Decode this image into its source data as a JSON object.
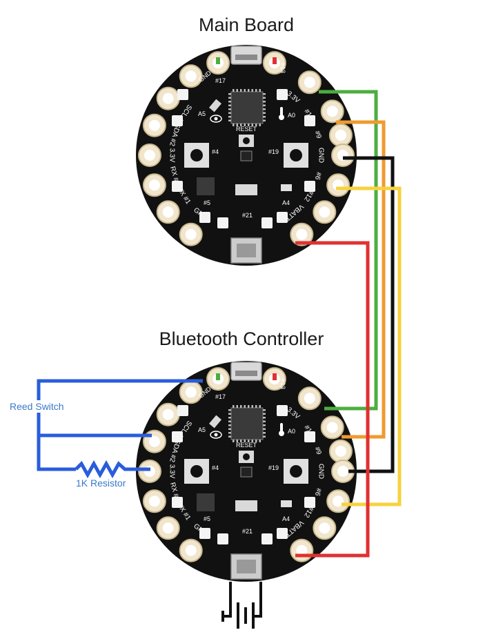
{
  "boards": [
    {
      "title": "Main Board",
      "labels": {
        "reset": "RESET",
        "a0": "A0",
        "a5": "A5",
        "a4": "A4",
        "p4": "#4",
        "p19": "#19",
        "p5": "#5",
        "p21": "#21",
        "p17": "#17",
        "p13": "#13",
        "scl3": "SCL #3",
        "sda2": "SDA #2",
        "v33l": "3.3V",
        "rx0": "RX #0",
        "tx1": "TX #1",
        "gndl": "GND",
        "v33r": "3.3V",
        "p10": "#10",
        "p9": "#9",
        "gndr": "GND",
        "p6": "#6",
        "p12": "#12",
        "vbatt": "VBATT",
        "gndt": "GND"
      }
    },
    {
      "title": "Bluetooth Controller",
      "labels": {
        "reset": "RESET",
        "a0": "A0",
        "a5": "A5",
        "a4": "A4",
        "p4": "#4",
        "p19": "#19",
        "p5": "#5",
        "p21": "#21",
        "p17": "#17",
        "p13": "#13",
        "scl3": "SCL #3",
        "sda2": "SDA #2",
        "v33l": "3.3V",
        "rx0": "RX #0",
        "tx1": "TX #1",
        "gndl": "GND",
        "v33r": "3.3V",
        "p10": "#10",
        "p9": "#9",
        "gndr": "GND",
        "p6": "#6",
        "p12": "#12",
        "vbatt": "VBATT",
        "gndt": "GND"
      }
    }
  ],
  "components": {
    "reed_switch": "Reed Switch",
    "resistor": "1K Resistor"
  },
  "colors": {
    "board": "#111111",
    "pad": "#f1e6cd",
    "pad_ring": "#c9b98f",
    "green": "#4cae3f",
    "orange": "#f09a2e",
    "black": "#111111",
    "yellow": "#f7d23e",
    "red": "#e03131",
    "blue": "#2a5ddb",
    "label_blue": "#3a78c8"
  }
}
